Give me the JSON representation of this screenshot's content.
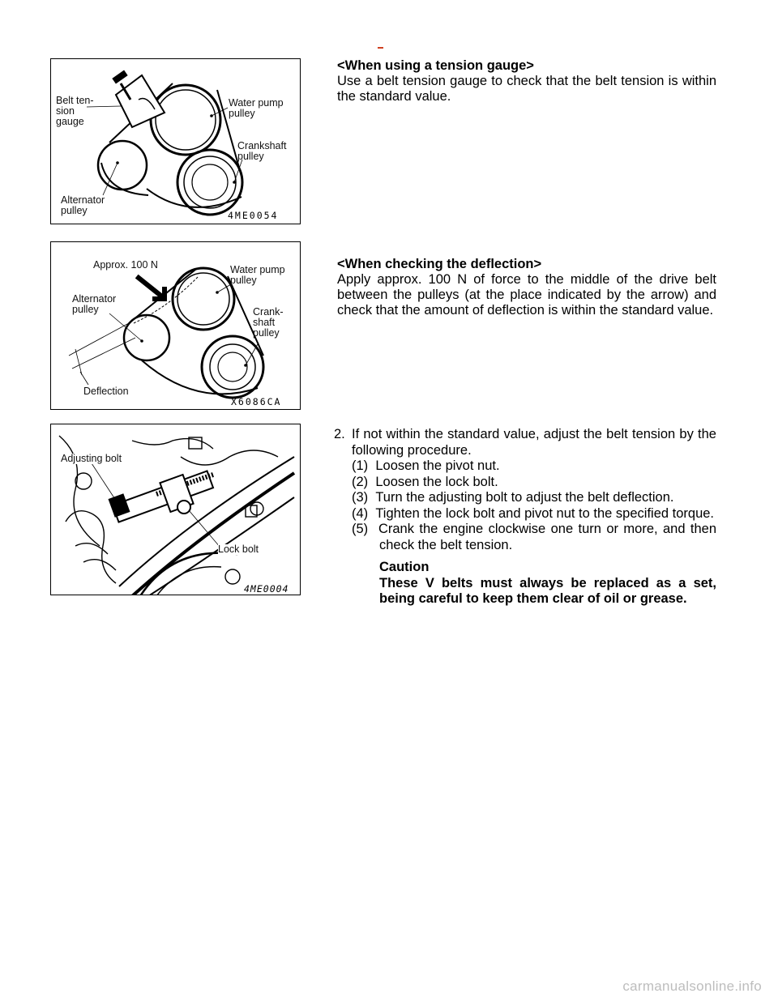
{
  "section1": {
    "heading": "<When using a tension gauge>",
    "text": "Use a belt tension gauge to check that the belt tension is within the standard value.",
    "figure": {
      "code": "4ME0054",
      "labels": {
        "gauge": "Belt ten-\nsion\ngauge",
        "water_pump": "Water pump\npulley",
        "crankshaft": "Crankshaft\npulley",
        "alternator": "Alternator\npulley"
      }
    }
  },
  "section2": {
    "heading": "<When checking the deflection>",
    "text": "Apply approx. 100 N of force to the middle of the drive belt between the pulleys (at the place indicated by the arrow) and check that the amount of deflection is within the standard value.",
    "figure": {
      "code": "X6086CA",
      "labels": {
        "force": "Approx. 100 N",
        "water_pump": "Water pump\npulley",
        "alternator": "Alternator\npulley",
        "crankshaft": "Crank-\nshaft\npulley",
        "deflection": "Deflection"
      }
    }
  },
  "section3": {
    "number": "2.",
    "text": "If not within the standard value, adjust the belt tension by the following procedure.",
    "steps": [
      {
        "num": "(1)",
        "text": "Loosen the pivot nut."
      },
      {
        "num": "(2)",
        "text": "Loosen the lock bolt."
      },
      {
        "num": "(3)",
        "text": "Turn the adjusting bolt to adjust the belt deflection."
      },
      {
        "num": "(4)",
        "text": "Tighten the lock bolt and pivot nut to the specified torque."
      },
      {
        "num": "(5)",
        "text": "Crank the engine clockwise one turn or more, and then check the belt tension."
      }
    ],
    "caution_title": "Caution",
    "caution_text": "These V belts must always be replaced as a set, being careful to keep them clear of oil or grease.",
    "figure": {
      "code": "4ME0004",
      "labels": {
        "adjusting_bolt": "Adjusting bolt",
        "lock_bolt": "Lock bolt"
      }
    }
  },
  "watermark": "carmanualsonline.info",
  "colors": {
    "accent_mark": "#d04020",
    "watermark": "#bdbdbd"
  }
}
